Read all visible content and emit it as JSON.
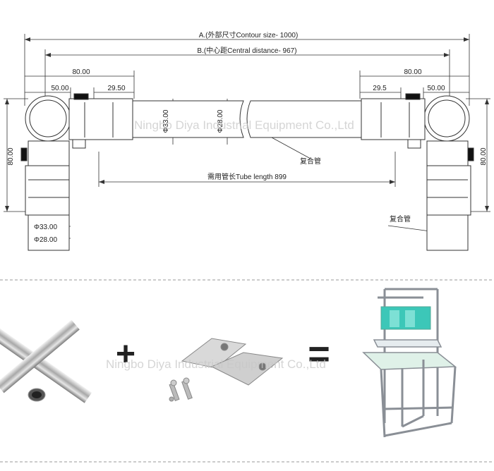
{
  "drawing": {
    "contour_label": "A.(外部尺寸Contour size- 1000)",
    "central_label": "B.(中心距Central distance- 967)",
    "tube_label": "需用管长Tube length 899",
    "left_80_top": "80.00",
    "left_50": "50.00",
    "left_29_5": "29.50",
    "right_80_top": "80.00",
    "right_29_5": "29.5",
    "right_50": "50.00",
    "left_80_side": "80.00",
    "right_80_side": "80.00",
    "dia33_mid": "Φ33.00",
    "dia28_mid": "Φ28.00",
    "dia33_bottom": "Φ33.00",
    "dia28_bottom": "Φ28.00",
    "composite_tube_1": "复合管",
    "composite_tube_2": "复合管",
    "watermark_top": "Ningbo Diya Industrial Equipment Co.,Ltd"
  },
  "components": {
    "plus_sign": "+",
    "equals_sign": "=",
    "watermark_bottom": "Ningbo Diya Industrial Equipment Co.,Ltd"
  },
  "colors": {
    "plus": "#e8231f",
    "equals": "#e8231f",
    "teal": "#3cc7b8",
    "dashed": "#9a9a9a"
  }
}
